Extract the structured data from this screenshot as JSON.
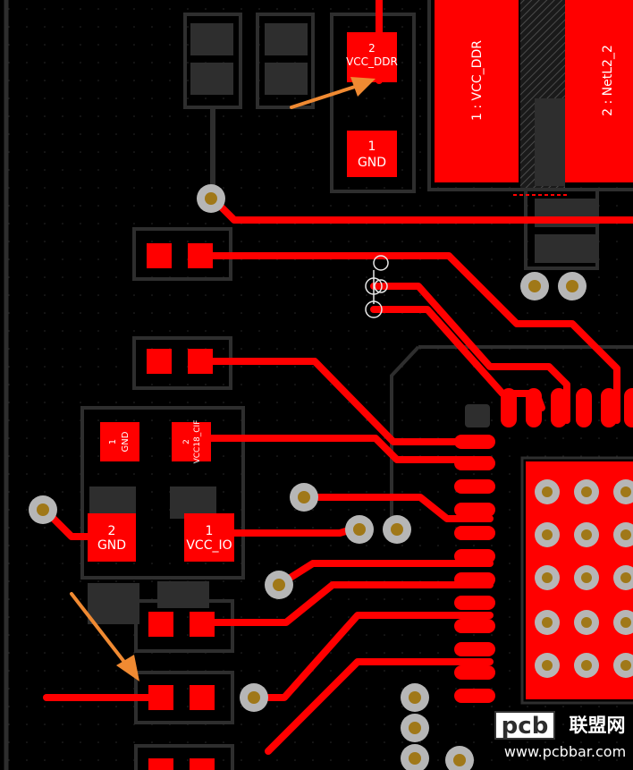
{
  "pads": {
    "vcc_ddr_num": "2",
    "vcc_ddr_net": "VCC_DDR",
    "gnd_top_num": "1",
    "gnd_top_net": "GND",
    "gnd_small_num": "1",
    "gnd_small_net": "GND",
    "vcc18_num": "2",
    "vcc18_net": "VCC18_CIF",
    "gnd_mid_num": "2",
    "gnd_mid_net": "GND",
    "vcc_io_num": "1",
    "vcc_io_net": "VCC_IO"
  },
  "big_pads": {
    "left_label": "1 : VCC_DDR",
    "right_label": "2 : NetL2_2"
  },
  "watermark": {
    "brand": "pcb",
    "cn": "联盟网",
    "url": "www.pcbbar.com"
  },
  "colors": {
    "background": "#000000",
    "copper": "#ff0000",
    "silkscreen": "#2e2e2e",
    "via": "#b6b6b6",
    "drill": "#a07818",
    "arrow": "#f08a32"
  }
}
